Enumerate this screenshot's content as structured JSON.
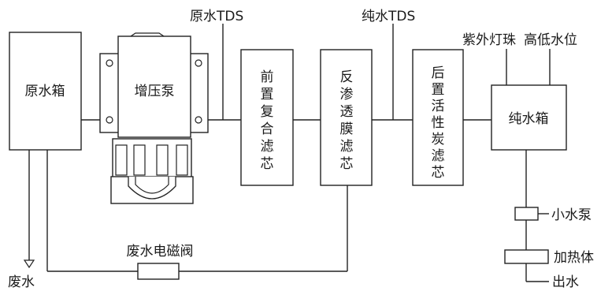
{
  "labels": {
    "raw_tank": "原水箱",
    "pump": "增压泵",
    "raw_tds": "原水TDS",
    "pre_filter": [
      "前",
      "置",
      "复",
      "合",
      "滤",
      "芯"
    ],
    "ro_filter": [
      "反",
      "渗",
      "透",
      "膜",
      "滤",
      "芯"
    ],
    "pure_tds": "纯水TDS",
    "post_filter": [
      "后",
      "置",
      "活",
      "性",
      "炭",
      "滤",
      "芯"
    ],
    "uv_lamp": "紫外灯珠",
    "level_switch": "高低水位",
    "pure_tank": "纯水箱",
    "small_pump": "小水泵",
    "heater": "加热体",
    "outlet": "出水",
    "waste_valve": "废水电磁阀",
    "waste_water": "废水"
  }
}
